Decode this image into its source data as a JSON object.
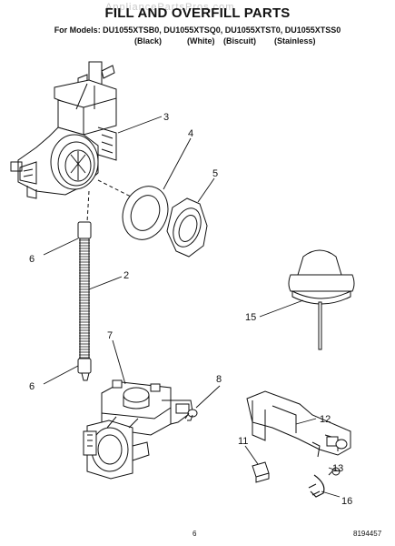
{
  "header": {
    "watermark": "AppliancePartsPros.com",
    "title": "FILL AND OVERFILL PARTS",
    "models_line": "For Models: DU1055XTSB0, DU1055XTSQ0, DU1055XTST0, DU1055XTSS0",
    "colors": [
      "(Black)",
      "(White)",
      "(Biscuit)",
      "(Stainless)"
    ]
  },
  "callouts": [
    "3",
    "4",
    "5",
    "6",
    "2",
    "15",
    "7",
    "6",
    "8",
    "12",
    "11",
    "13",
    "16"
  ],
  "footer": {
    "page_number": "6",
    "document_number": "8194457"
  }
}
